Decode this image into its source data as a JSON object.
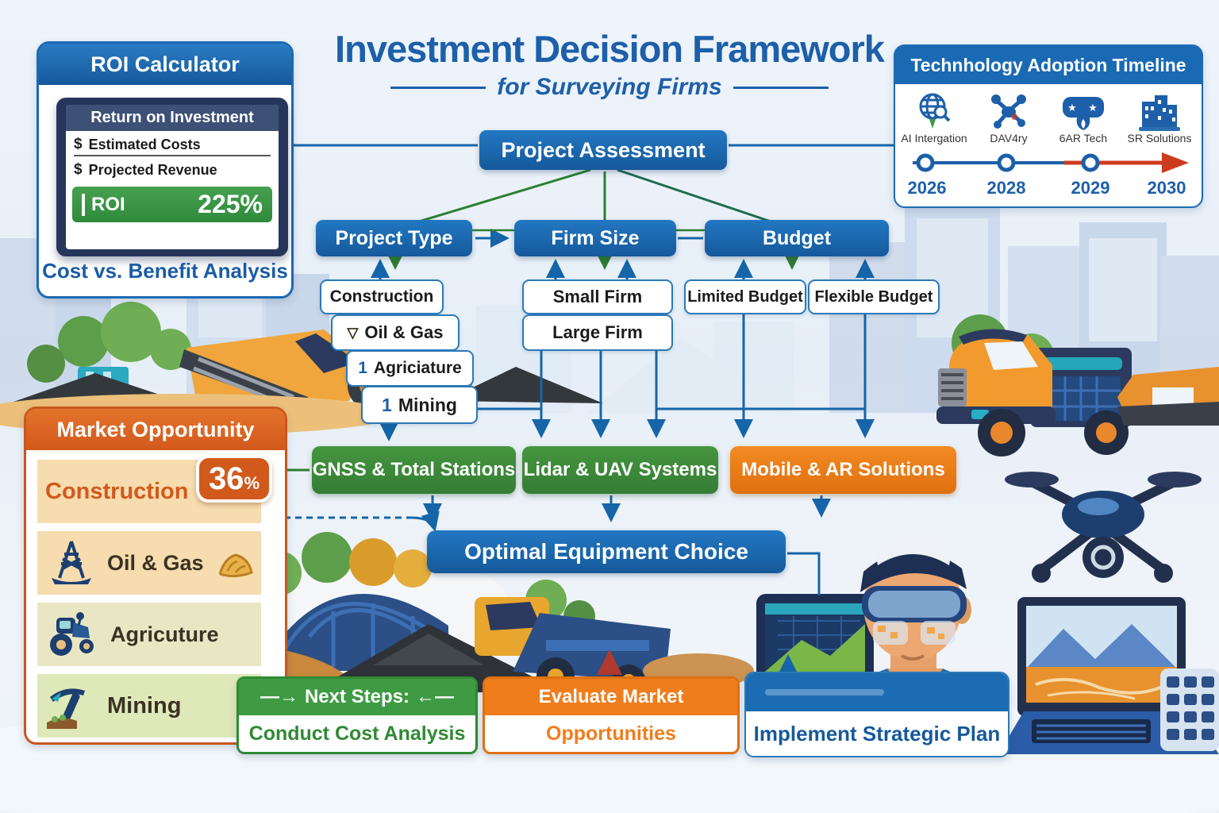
{
  "title": {
    "main": "Investment Decision Framework",
    "subtitle": "for Surveying Firms"
  },
  "roi_calculator": {
    "header": "ROI Calculator",
    "screen_title": "Return on Investment",
    "dollar": "$",
    "row1": "Estimated Costs",
    "row2": "Projected Revenue",
    "roi_label": "ROI",
    "roi_value": "225%",
    "footer": "Cost vs. Benefit Analysis"
  },
  "timeline": {
    "header": "Technhology Adoption Timeline",
    "items": [
      {
        "icon": "globe-search-icon",
        "label": "AI Intergation",
        "year": "2026"
      },
      {
        "icon": "drone-icon",
        "label": "DAV4ry",
        "year": "2028"
      },
      {
        "icon": "ar-headset-icon",
        "label": "6AR Tech",
        "year": "2029"
      },
      {
        "icon": "buildings-icon",
        "label": "SR Solutions",
        "year": "2030"
      }
    ]
  },
  "flowchart": {
    "assessment": "Project Assessment",
    "branch1": "Project Type",
    "branch2": "Firm Size",
    "branch3": "Budget",
    "project_types": [
      {
        "prefix": "",
        "label": "Construction"
      },
      {
        "prefix": "▽",
        "label": "Oil & Gas"
      },
      {
        "prefix": "1",
        "label": "Agriciature"
      },
      {
        "prefix": "1",
        "label": "Mining"
      }
    ],
    "firm_sizes": [
      {
        "label": "Small Firm"
      },
      {
        "label": "Large Firm"
      }
    ],
    "budgets": [
      {
        "label": "Limited Budget"
      },
      {
        "label": "Flexible Budget"
      }
    ],
    "equipment": [
      {
        "label": "GNSS & Total Stations",
        "color": "#3e8e41"
      },
      {
        "label": "Lidar & UAV Systems",
        "color": "#3e8e41"
      },
      {
        "label": "Mobile & AR Solutions",
        "color": "#ef7d1c"
      }
    ],
    "result": "Optimal Equipment Choice"
  },
  "market_opportunity": {
    "header": "Market Opportunity",
    "rows": [
      {
        "label": "Construction",
        "badge_value": "36",
        "badge_unit": "%"
      },
      {
        "label": "Oil & Gas",
        "icon": "oil-derrick-icon"
      },
      {
        "label": "Agricuture",
        "icon": "tractor-icon"
      },
      {
        "label": "Mining",
        "icon": "pickaxe-icon"
      }
    ]
  },
  "actions": {
    "next_steps": {
      "arrow_left": "—→",
      "header": "Next Steps:",
      "arrow_right": "←—",
      "body": "Conduct Cost Analysis"
    },
    "evaluate": {
      "header": "Evaluate Market",
      "body": "Opportunities"
    },
    "implement": {
      "body": "Implement Strategic Plan"
    }
  },
  "colors": {
    "primary_blue": "#1c6cb3",
    "green": "#3e8e41",
    "orange": "#ef7d1c",
    "timeline_red": "#cc3b1e"
  }
}
